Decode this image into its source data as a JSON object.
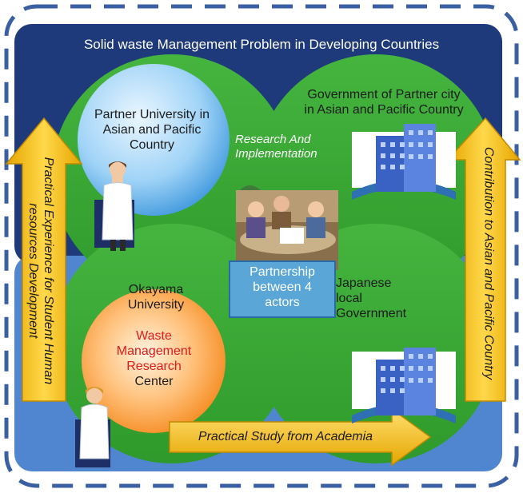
{
  "title": "Solid waste Management Problem in Developing Countries",
  "quadrants": {
    "top_left": "Partner University in Asian and Pacific Country",
    "top_right": "Government of Partner city in Asian and Pacific Country",
    "bottom_left_university": "Okayama University",
    "bottom_left_center": [
      "Waste",
      "Management",
      "Research",
      "Center"
    ],
    "bottom_right": "Japanese local Government"
  },
  "center": {
    "caption": "Research And Implementation",
    "partnership": "Partnership between 4 actors"
  },
  "arrows": {
    "left_vertical": "Practical Experience for Student Human resources Development",
    "right_vertical": "Contribution to Asian and Pacific Country",
    "bottom_horizontal": "Practical Study from Academia"
  },
  "colors": {
    "dark_navy": "#1f3a7a",
    "light_blue": "#4f86cf",
    "green_circle": "#3aaa35",
    "arrow_yellow": "#f5c518",
    "red_text": "#e01b1b",
    "dashed_border": "#3b5fa3"
  }
}
